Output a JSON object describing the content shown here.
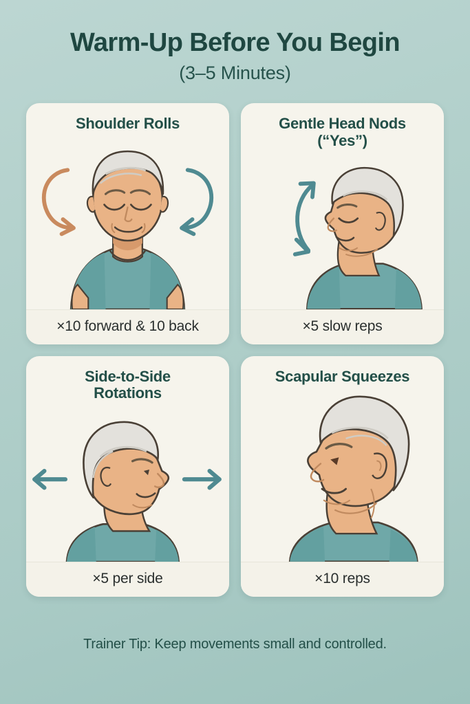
{
  "header": {
    "title": "Warm-Up Before You Begin",
    "subtitle": "(3–5 Minutes)"
  },
  "cards": [
    {
      "id": "shoulder-rolls",
      "title": "Shoulder Rolls",
      "caption": "×10 forward & 10 back",
      "pose": "front-facing-bust",
      "arrows": [
        "curved-arrow-left-orange",
        "curved-arrow-right-teal"
      ]
    },
    {
      "id": "gentle-head-nods",
      "title": "Gentle Head Nods (“Yes”)",
      "title_line1": "Gentle Head Nods",
      "title_line2": "(“Yes”)",
      "caption": "×5 slow reps",
      "pose": "profile-facing-left",
      "arrows": [
        "double-headed-curved-arrow-vertical-teal"
      ]
    },
    {
      "id": "side-to-side-rotations",
      "title": "Side-to-Side Rotations",
      "title_line1": "Side-to-Side",
      "title_line2": "Rotations",
      "caption": "×5 per side",
      "pose": "profile-facing-right",
      "arrows": [
        "arrow-left-teal",
        "arrow-right-teal"
      ]
    },
    {
      "id": "scapular-squeezes",
      "title": "Scapular Squeezes",
      "caption": "×10 reps",
      "pose": "profile-facing-left-large",
      "arrows": []
    }
  ],
  "footer": {
    "tip": "Trainer Tip: Keep movements small and controlled."
  },
  "colors": {
    "background_top": "#bcd6d2",
    "background_bottom": "#9ec3bd",
    "card_bg": "#f6f4ec",
    "caption_bg": "#f4f2e9",
    "heading_text": "#1f4741",
    "body_text": "#2a2f2e",
    "accent_teal": "#4f8a91",
    "accent_orange": "#c98a5e",
    "skin": "#e9b386",
    "skin_shadow": "#d79a6c",
    "hair": "#e3e1dc",
    "hair_shadow": "#cfccc5",
    "shirt": "#6fa8a8",
    "shirt_shadow": "#5e9595",
    "outline": "#4a4036"
  }
}
